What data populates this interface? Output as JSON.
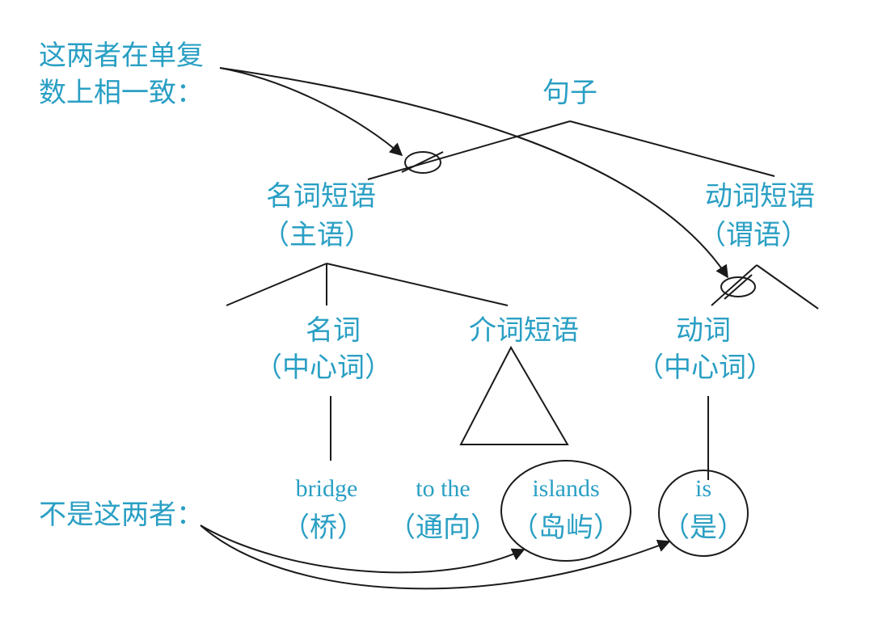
{
  "colors": {
    "label": "#2a9fc4",
    "line": "#1a1a1a"
  },
  "annotations": {
    "agree_line1": "这两者在单复",
    "agree_line2": "数上相一致：",
    "not_these": "不是这两者："
  },
  "tree": {
    "root": "句子",
    "np": {
      "label": "名词短语",
      "role": "（主语）"
    },
    "vp": {
      "label": "动词短语",
      "role": "（谓语）"
    },
    "noun": {
      "label": "名词",
      "role": "（中心词）"
    },
    "pp": {
      "label": "介词短语"
    },
    "verb": {
      "label": "动词",
      "role": "（中心词）"
    }
  },
  "words": {
    "bridge": {
      "en": "bridge",
      "zh": "（桥）"
    },
    "to_the": {
      "en": "to the",
      "zh": "（通向）"
    },
    "islands": {
      "en": "islands",
      "zh": "（岛屿）"
    },
    "is": {
      "en": "is",
      "zh": "（是）"
    }
  }
}
